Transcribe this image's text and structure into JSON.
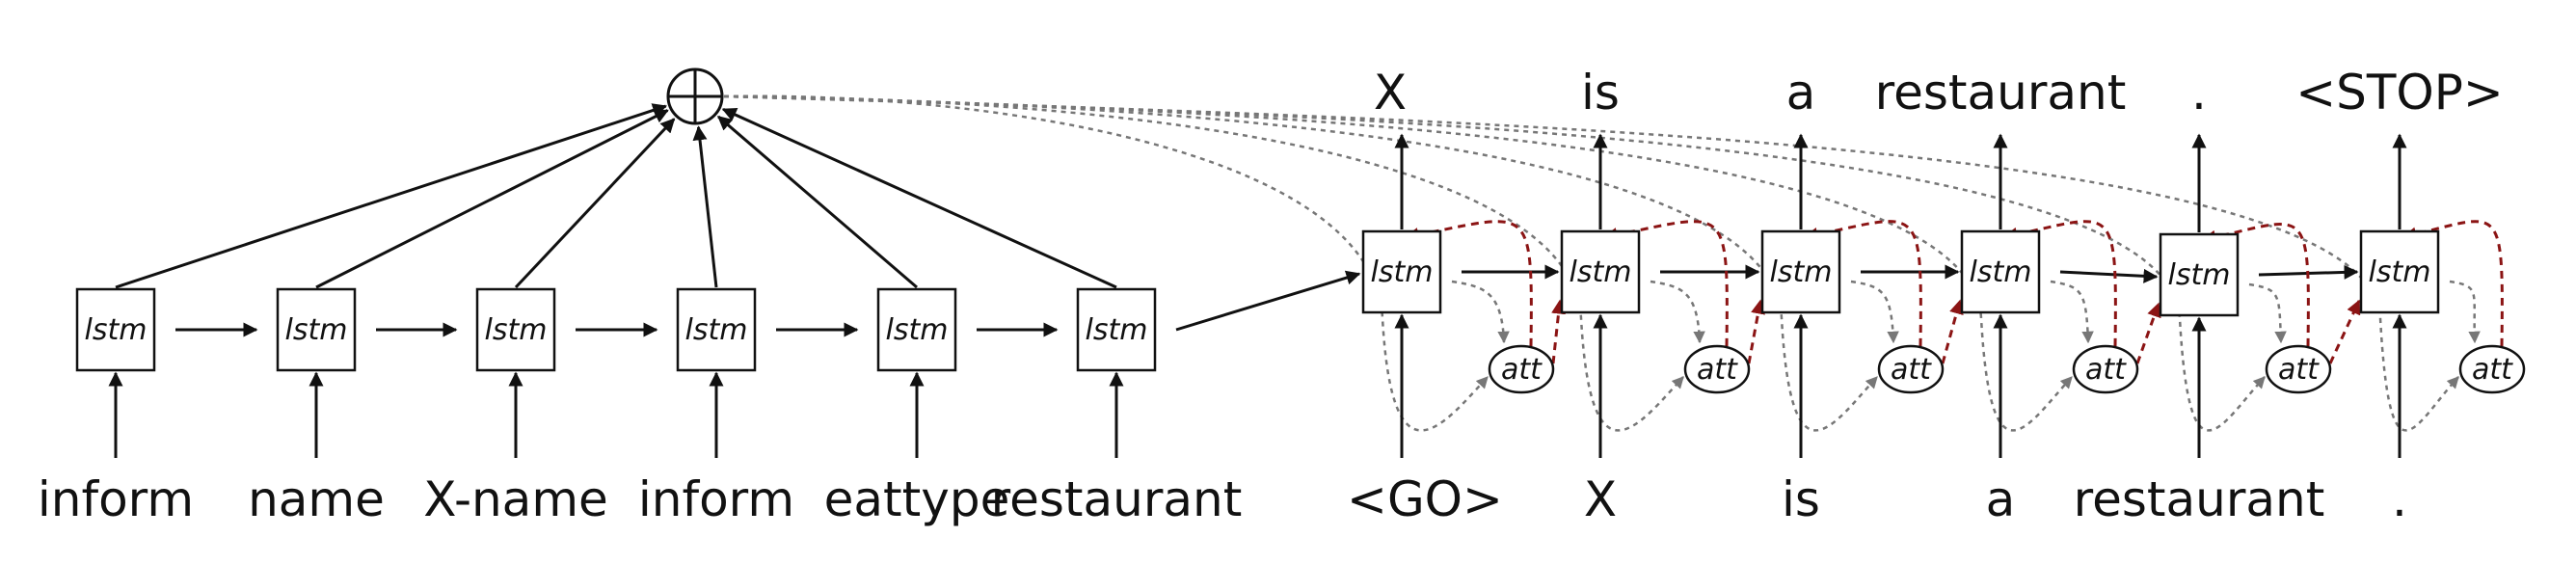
{
  "encoder": {
    "cell_label": "lstm",
    "inputs": [
      "inform",
      "name",
      "X-name",
      "inform",
      "eattype",
      "restaurant"
    ]
  },
  "decoder": {
    "cell_label": "lstm",
    "attention_label": "att",
    "inputs": [
      "<GO>",
      "X",
      "is",
      "a",
      "restaurant",
      "."
    ],
    "outputs": [
      "X",
      "is",
      "a",
      "restaurant",
      ".",
      "<STOP>"
    ]
  },
  "colors": {
    "line": "#111111",
    "context_arrows": "#777777",
    "attention_arrows": "#8b1414"
  }
}
